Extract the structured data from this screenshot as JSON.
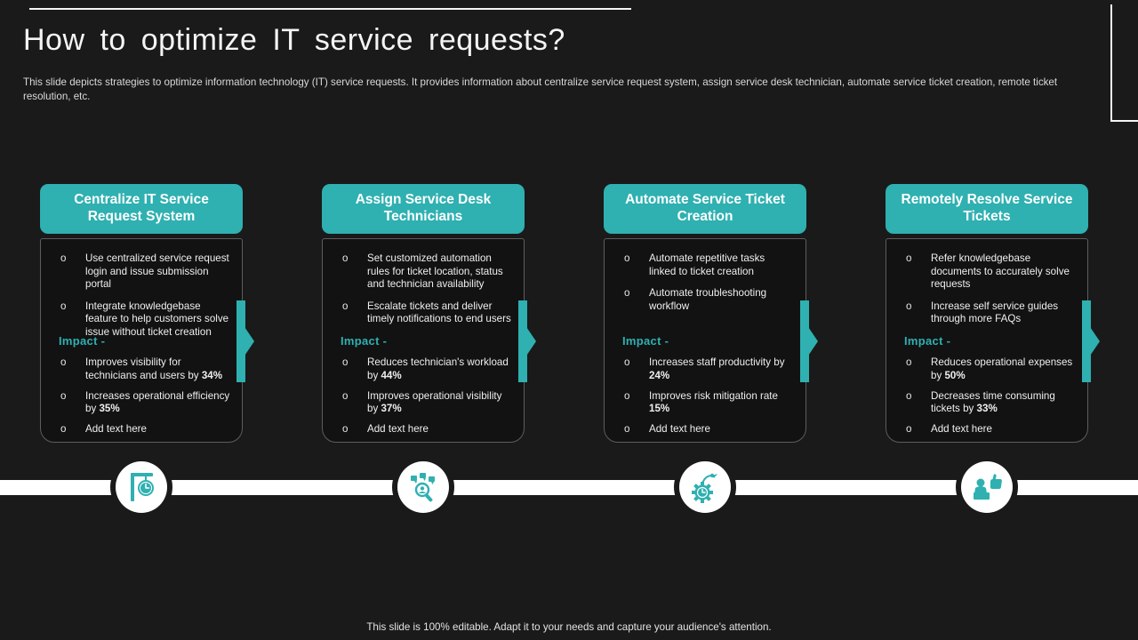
{
  "slide": {
    "title": "How to optimize IT service requests?",
    "subtitle": "This slide depicts strategies to optimize information technology (IT) service requests. It provides information about centralize service request system, assign service desk technician, automate service ticket creation, remote ticket resolution, etc.",
    "footer": "This slide is 100% editable. Adapt it to your needs and capture your audience's attention."
  },
  "ui": {
    "bullet_marker": "o"
  },
  "colors": {
    "accent_teal": "#2fb0b1",
    "background": "#1a1a1a",
    "band_white": "#ffffff"
  },
  "columns": [
    {
      "header": "Centralize IT Service Request System",
      "icon": "hanging-clock-icon",
      "bullets": [
        "Use centralized service request login and issue submission portal",
        "Integrate knowledgebase feature to help customers solve issue without ticket creation"
      ],
      "impact_label": "Impact -",
      "impact_items": [
        {
          "pre": "Improves visibility for technicians and users by ",
          "bold": "34%"
        },
        {
          "pre": "Increases operational efficiency by ",
          "bold": "35%"
        },
        {
          "pre": "Add text here",
          "bold": ""
        }
      ]
    },
    {
      "header": "Assign Service Desk Technicians",
      "icon": "search-technician-icon",
      "bullets": [
        "Set customized automation rules for ticket location, status and technician availability",
        "Escalate tickets and deliver timely notifications to end users"
      ],
      "impact_label": "Impact -",
      "impact_items": [
        {
          "pre": "Reduces technician's workload by ",
          "bold": "44%"
        },
        {
          "pre": "Improves operational visibility by ",
          "bold": "37%"
        },
        {
          "pre": "Add text here",
          "bold": ""
        }
      ]
    },
    {
      "header": "Automate Service Ticket Creation",
      "icon": "automation-gear-icon",
      "bullets": [
        "Automate repetitive tasks linked to ticket creation",
        "Automate troubleshooting workflow"
      ],
      "impact_label": "Impact -",
      "impact_items": [
        {
          "pre": "Increases staff productivity by ",
          "bold": "24%"
        },
        {
          "pre": "Improves risk mitigation rate ",
          "bold": "15%"
        },
        {
          "pre": "Add text here",
          "bold": ""
        }
      ]
    },
    {
      "header": "Remotely Resolve Service Tickets",
      "icon": "satisfaction-thumbs-up-icon",
      "bullets": [
        "Refer knowledgebase documents to accurately solve requests",
        "Increase self service guides through more FAQs"
      ],
      "impact_label": "Impact -",
      "impact_items": [
        {
          "pre": "Reduces operational expenses by ",
          "bold": "50%"
        },
        {
          "pre": "Decreases time consuming tickets by ",
          "bold": "33%"
        },
        {
          "pre": "Add text here",
          "bold": ""
        }
      ]
    }
  ]
}
